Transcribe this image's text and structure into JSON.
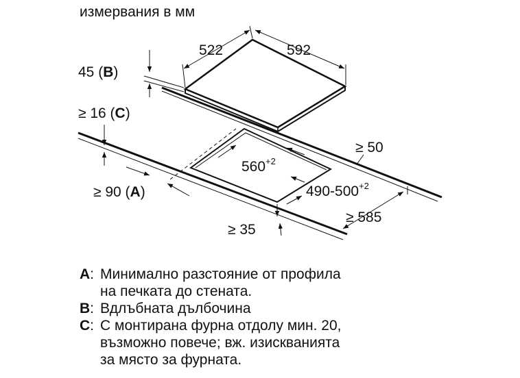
{
  "title": "измервания в мм",
  "dimensions": {
    "hob_depth": "522",
    "hob_width": "592",
    "recess_depth": "45",
    "recess_key": "B",
    "cutout_width": "560",
    "cutout_width_tol": "+2",
    "cutout_depth": "490-500",
    "cutout_depth_tol": "+2",
    "rear_clearance": "≥ 16",
    "rear_key": "C",
    "wall_clearance": "≥ 90",
    "wall_key": "A",
    "side_clearance": "≥ 50",
    "worktop_depth": "≥ 585",
    "front_clearance": "≥ 35"
  },
  "legend": [
    {
      "key": "A",
      "text": "Минимално разстояние от профила\nна печката до стената."
    },
    {
      "key": "B",
      "text": "Вдлъбната дълбочина"
    },
    {
      "key": "C",
      "text": "С монтирана фурна отдолу мин. 20,\nвъзможно повече; вж. изискванията\nза място за фурната."
    }
  ]
}
